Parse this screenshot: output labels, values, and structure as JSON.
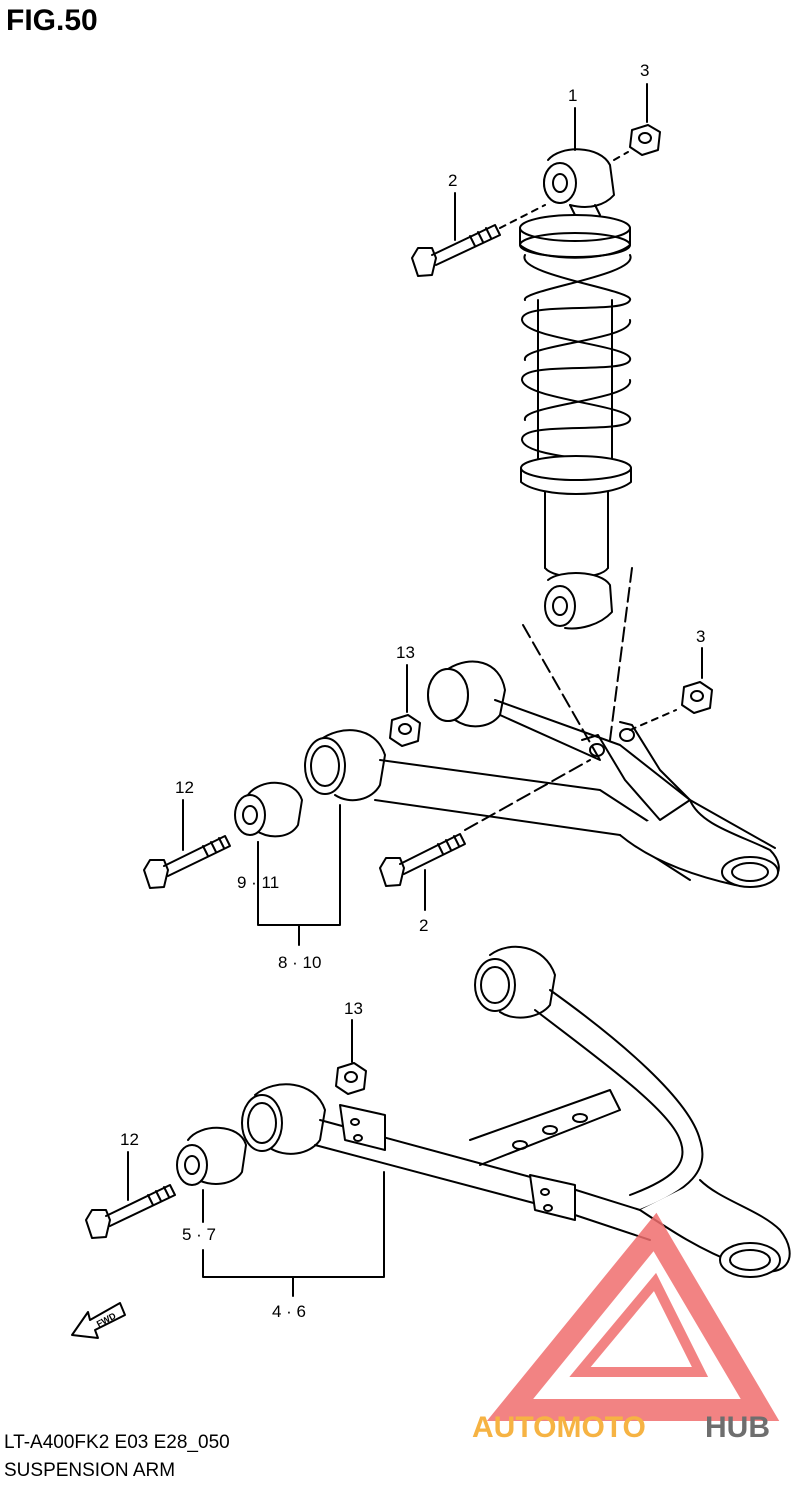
{
  "figure": {
    "title": "FIG.50",
    "code": "LT-A400FK2 E03 E28_050",
    "name": "SUSPENSION ARM"
  },
  "callouts": {
    "shock_absorber": "1",
    "upper_bolt": "2",
    "lower_bolt": "2",
    "upper_nut": "3",
    "mid_nut": "3",
    "upper_arm_nut": "13",
    "lower_arm_nut": "13",
    "upper_arm_bolt": "12",
    "lower_arm_bolt": "12",
    "upper_bushing": "9 · 11",
    "upper_arm": "8 · 10",
    "lower_bushing": "5 · 7",
    "lower_arm": "4 · 6"
  },
  "fwd_arrow_label": "FWD",
  "watermark": {
    "part1": "AUTOMOTO",
    "part2": "HUB",
    "color_primary": "#f06e6e",
    "color_accent": "#f5a623",
    "color_dark": "#555555"
  }
}
